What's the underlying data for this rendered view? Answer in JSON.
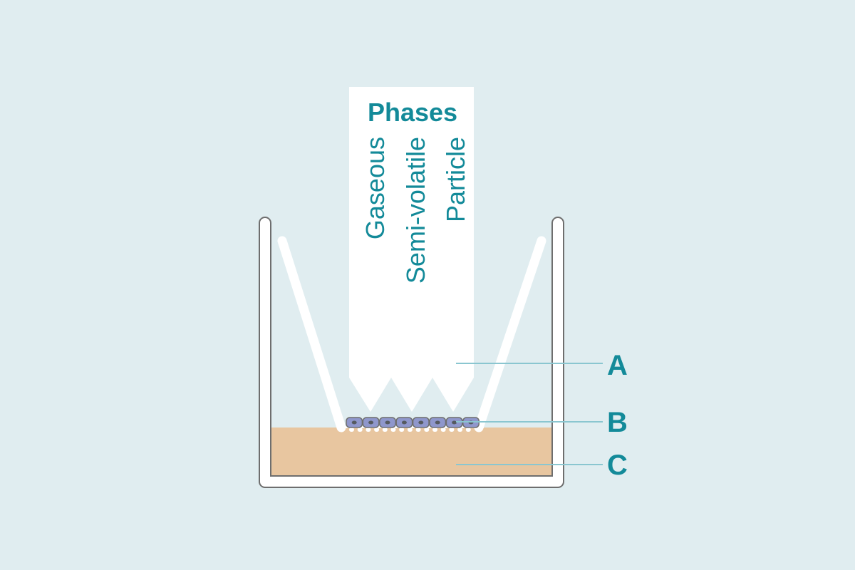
{
  "title": "Phases",
  "phases": [
    {
      "label": "Gaseous"
    },
    {
      "label": "Semi-volatile"
    },
    {
      "label": "Particle"
    }
  ],
  "labels": {
    "a": "A",
    "b": "B",
    "c": "C"
  },
  "colors": {
    "background": "#e0edf0",
    "accent": "#138a99",
    "leader": "#8ac6d0",
    "medium": "#e8c6a0",
    "cell": "#8f97cc",
    "cell_nucleus": "#555a60",
    "outline": "#6e6e6e",
    "white": "#ffffff"
  },
  "cell_count": 8
}
